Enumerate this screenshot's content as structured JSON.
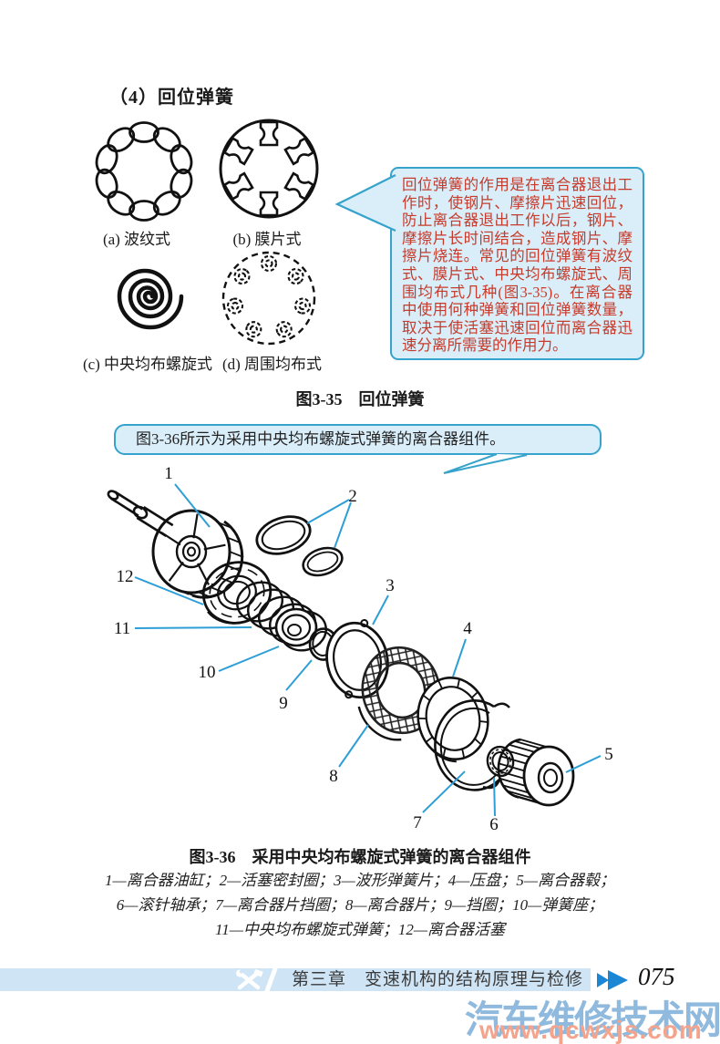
{
  "page": {
    "heading": "（4）回位弹簧",
    "figure35": {
      "caption": "图3-35　回位弹簧",
      "label_a": "(a) 波纹式",
      "label_b": "(b) 膜片式",
      "label_c": "(c) 中央均布螺旋式",
      "label_d": "(d) 周围均布式"
    },
    "callout": {
      "text": "回位弹簧的作用是在离合器退出工作时，使钢片、摩擦片迅速回位，防止离合器退出工作以后，钢片、摩擦片长时间结合，造成钢片、摩擦片烧连。常见的回位弹簧有波纹式、膜片式、中央均布螺旋式、周围均布式几种(图3-35)。在离合器中使用何种弹簧和回位弹簧数量，取决于使活塞迅速回位而离合器迅速分离所需要的作用力。"
    },
    "note": {
      "text": "图3-36所示为采用中央均布螺旋式弹簧的离合器组件。"
    },
    "figure36": {
      "caption": "图3-36　采用中央均布螺旋式弹簧的离合器组件",
      "callout_numbers": [
        "1",
        "2",
        "3",
        "4",
        "5",
        "6",
        "7",
        "8",
        "9",
        "10",
        "11",
        "12"
      ],
      "parts_line1": "1—离合器油缸；2—活塞密封圈；3—波形弹簧片；4—压盘；5—离合器毂；",
      "parts_line2": "6—滚针轴承；7—离合器片挡圈；8—离合器片；9—挡圈；10—弹簧座；",
      "parts_line3": "11—中央均布螺旋式弹簧；12—离合器活塞"
    },
    "footer": {
      "chapter": "第三章　变速机构的结构原理与检修",
      "page_number": "075",
      "watermark_text": "汽车维修技术网",
      "watermark_url": "www.qcwxjs.com"
    },
    "colors": {
      "accent_cyan": "#35a3cc",
      "box_bg": "#daeef9",
      "callout_text_red": "#c63b2b",
      "footer_bar": "#cfe4f5",
      "arrow_blue": "#1b86d3",
      "leader_line": "#2e9fd6",
      "watermark_blue": "#8fbade",
      "watermark_orange": "#f4a38c"
    }
  }
}
